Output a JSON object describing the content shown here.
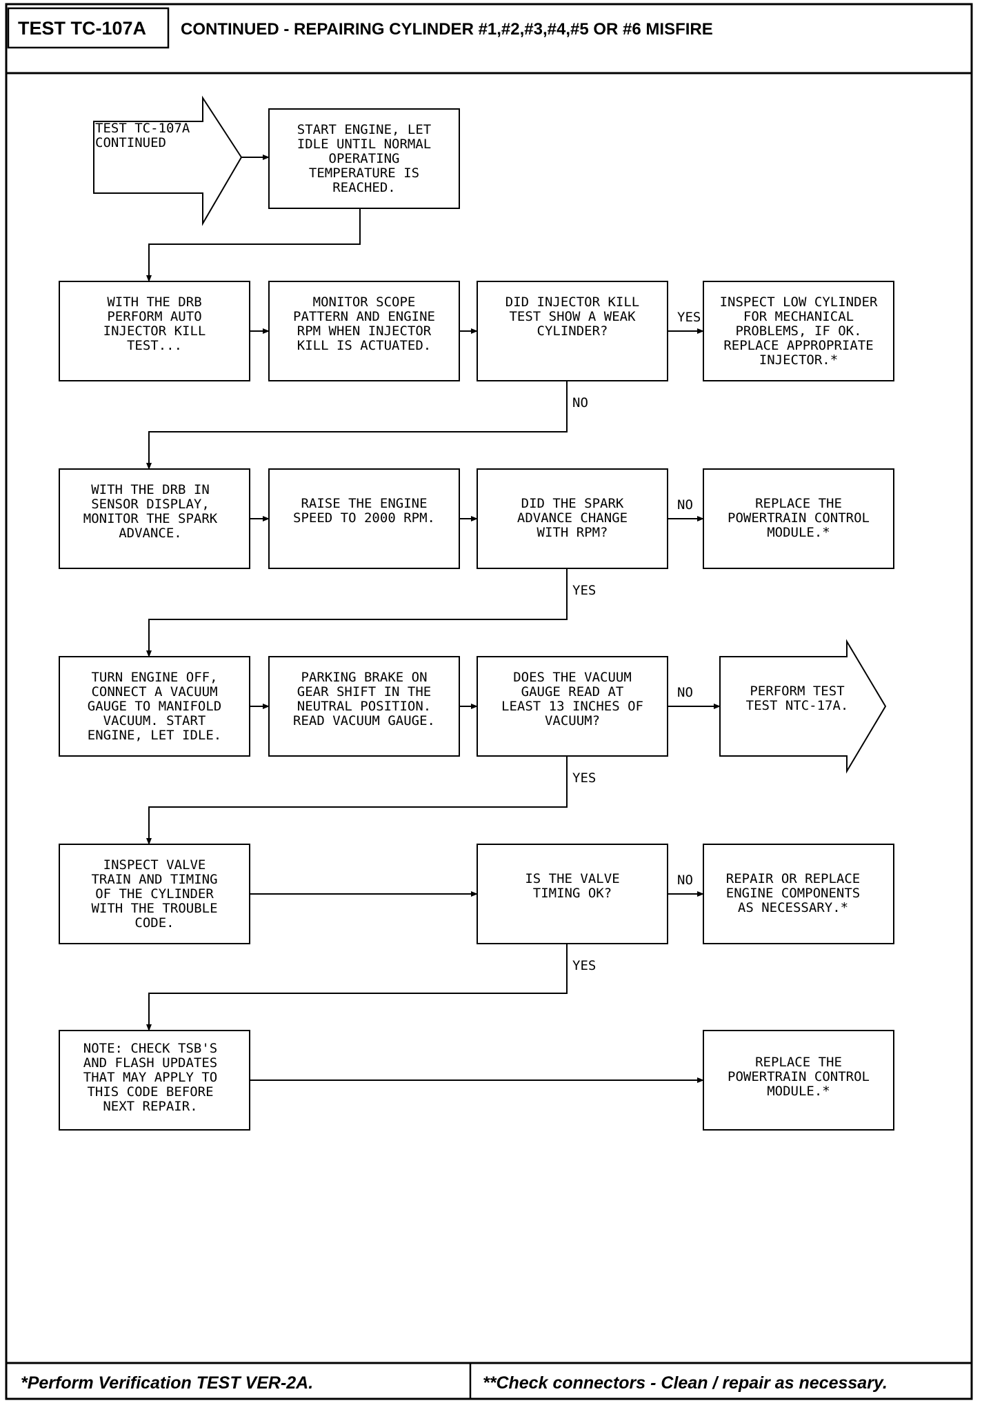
{
  "header": {
    "test_id": "TEST TC-107A",
    "title": "CONTINUED - REPAIRING CYLINDER #1,#2,#3,#4,#5 OR #6 MISFIRE"
  },
  "footer": {
    "left": "*Perform Verification TEST VER-2A.",
    "right": "**Check connectors - Clean / repair as necessary."
  },
  "nodes": {
    "start": [
      "TEST TC-107A",
      "CONTINUED"
    ],
    "n1": [
      "START ENGINE, LET",
      "IDLE UNTIL NORMAL",
      "OPERATING",
      "TEMPERATURE IS",
      "REACHED."
    ],
    "n2": [
      "WITH THE DRB",
      "PERFORM AUTO",
      "INJECTOR KILL",
      "TEST..."
    ],
    "n3": [
      "MONITOR SCOPE",
      "PATTERN AND ENGINE",
      "RPM WHEN INJECTOR",
      "KILL IS ACTUATED."
    ],
    "n4": [
      "DID INJECTOR KILL",
      "TEST SHOW A WEAK",
      "CYLINDER?"
    ],
    "n5": [
      "INSPECT LOW CYLINDER",
      "FOR MECHANICAL",
      "PROBLEMS, IF OK.",
      "REPLACE APPROPRIATE",
      "INJECTOR.*"
    ],
    "n6": [
      "WITH THE DRB IN",
      "SENSOR DISPLAY,",
      "MONITOR THE SPARK",
      "ADVANCE."
    ],
    "n7": [
      "RAISE THE ENGINE",
      "SPEED TO 2000 RPM."
    ],
    "n8": [
      "DID THE SPARK",
      "ADVANCE CHANGE",
      "WITH RPM?"
    ],
    "n9": [
      "REPLACE THE",
      "POWERTRAIN CONTROL",
      "MODULE.*"
    ],
    "n10": [
      "TURN ENGINE OFF,",
      "CONNECT A VACUUM",
      "GAUGE TO MANIFOLD",
      "VACUUM. START",
      "ENGINE, LET IDLE."
    ],
    "n11": [
      "PARKING BRAKE ON",
      "GEAR SHIFT IN THE",
      "NEUTRAL POSITION.",
      "",
      "READ VACUUM GAUGE."
    ],
    "n12": [
      "DOES THE VACUUM",
      "GAUGE READ AT",
      "LEAST 13 INCHES OF",
      "VACUUM?"
    ],
    "n13": [
      "PERFORM TEST",
      "TEST NTC-17A."
    ],
    "n14": [
      "INSPECT VALVE",
      "TRAIN AND TIMING",
      "OF THE CYLINDER",
      "WITH THE TROUBLE",
      "CODE."
    ],
    "n15": [
      "IS THE VALVE",
      "TIMING OK?"
    ],
    "n16": [
      "REPAIR OR REPLACE",
      "ENGINE COMPONENTS",
      "AS NECESSARY.*"
    ],
    "n17": [
      "NOTE: CHECK TSB'S",
      "AND FLASH UPDATES",
      "THAT MAY APPLY TO",
      "THIS CODE BEFORE",
      "NEXT REPAIR."
    ],
    "n18": [
      "REPLACE THE",
      "POWERTRAIN CONTROL",
      "MODULE.*"
    ]
  },
  "edge_labels": {
    "yes1": "YES",
    "no1": "NO",
    "no2": "NO",
    "yes2": "YES",
    "no3": "NO",
    "yes3": "YES",
    "no4": "NO",
    "yes4": "YES"
  }
}
